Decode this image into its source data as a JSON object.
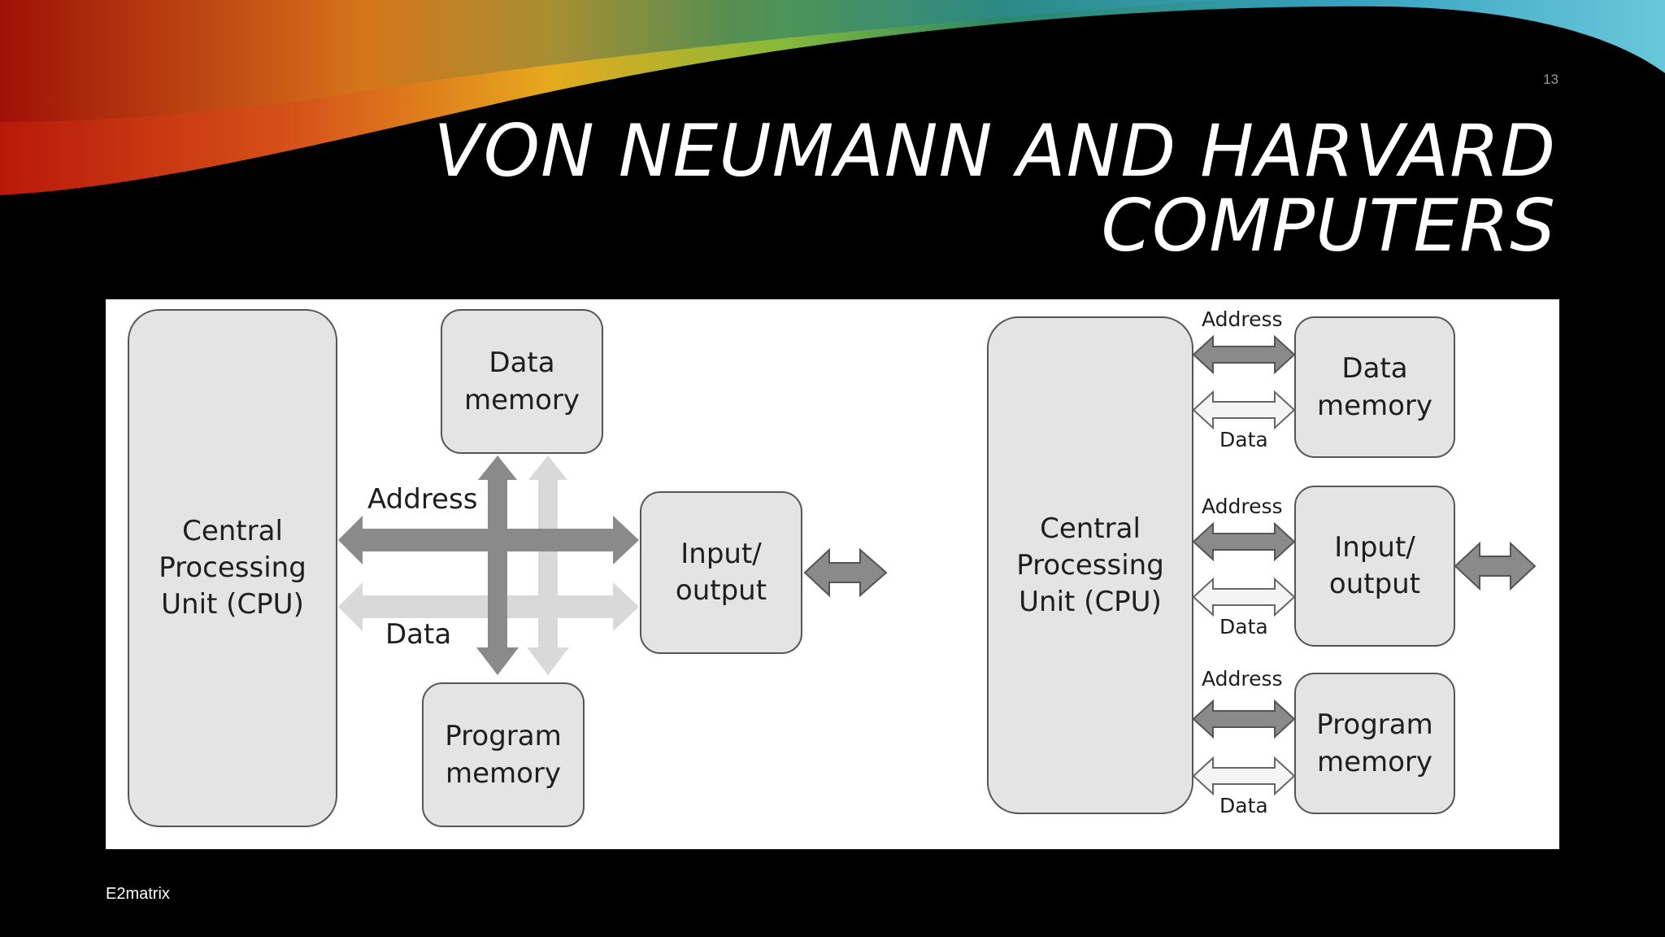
{
  "slide": {
    "number": "13",
    "title_line1": "VON NEUMANN AND HARVARD",
    "title_line2": "COMPUTERS",
    "footer": "E2matrix"
  },
  "von_neumann": {
    "cpu": "Central\nProcessing\nUnit (CPU)",
    "data_memory": "Data\nmemory",
    "program_memory": "Program\nmemory",
    "io": "Input/\noutput",
    "address_label": "Address",
    "data_label": "Data"
  },
  "harvard": {
    "cpu": "Central\nProcessing\nUnit (CPU)",
    "data_memory": "Data\nmemory",
    "io": "Input/\noutput",
    "program_memory": "Program\nmemory",
    "bus_labels": {
      "data_mem_address": "Address",
      "data_mem_data": "Data",
      "io_address": "Address",
      "io_data": "Data",
      "prog_mem_address": "Address",
      "prog_mem_data": "Data"
    }
  },
  "colors": {
    "background": "#000000",
    "panel": "#ffffff",
    "box_fill": "#e4e4e4",
    "box_stroke": "#555555",
    "address_bus": "#8a8a8a",
    "data_bus_light": "#d8d8d8",
    "title_text": "#ffffff"
  }
}
